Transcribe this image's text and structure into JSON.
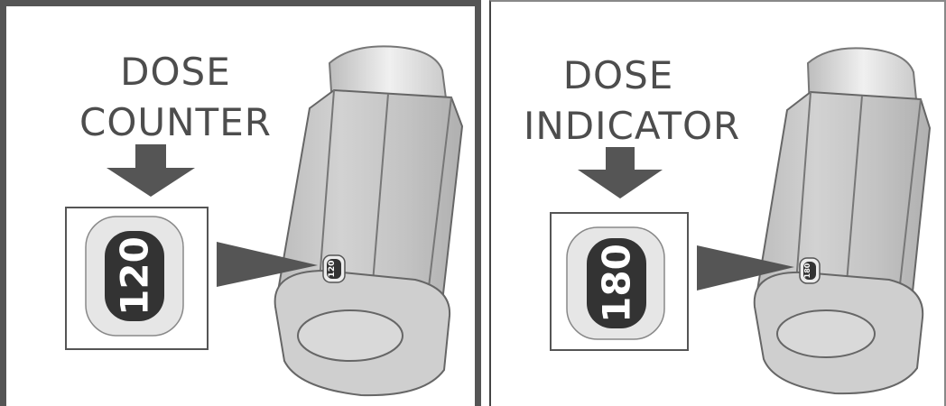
{
  "left_panel": {
    "label_line1": "DOSE",
    "label_line2": "COUNTER",
    "count": "120"
  },
  "right_panel": {
    "label_line1": "DOSE",
    "label_line2": "INDICATOR",
    "count": "180"
  },
  "colors": {
    "inhaler_body": "#c4c4c4",
    "inhaler_dark": "#8a8a8a",
    "arrow": "#555555",
    "counter_bg": "#333333"
  }
}
